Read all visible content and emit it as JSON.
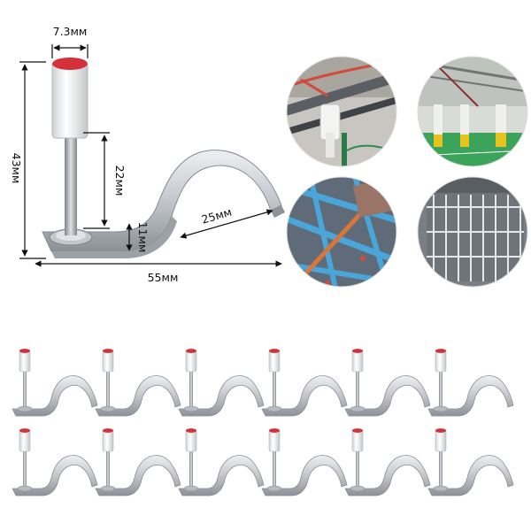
{
  "dimensions": {
    "cap_diameter": "7.3мм",
    "total_height": "43мм",
    "pin_height": "22мм",
    "base_width": "11мм",
    "loop_size": "25мм",
    "total_length": "55мм"
  },
  "colors": {
    "cap_red": "#d4313b",
    "metal": "#c9ccd1",
    "pipe_blue": "#4aa6d8",
    "pipe_orange": "#d9773a"
  },
  "gallery": [
    {
      "scene": "ceiling-pipe-with-clip"
    },
    {
      "scene": "parking-garage-ceiling"
    },
    {
      "scene": "blue-water-pipes-on-floor"
    },
    {
      "scene": "window-security-bars"
    }
  ],
  "product_grid": {
    "rows": 2,
    "columns": 6
  }
}
